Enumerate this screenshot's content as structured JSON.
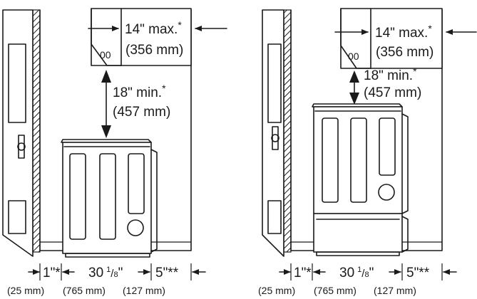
{
  "diagrams": {
    "left": {
      "top_clearance": "14\" max.",
      "top_clearance_star": "*",
      "top_clearance_mm": "(356 mm)",
      "overhead_clearance": "18\" min.",
      "overhead_clearance_star": "*",
      "overhead_clearance_mm": "(457 mm)",
      "cabinet_mark": "00"
    },
    "right": {
      "top_clearance": "14\" max.",
      "top_clearance_star": "*",
      "top_clearance_mm": "(356 mm)",
      "overhead_clearance": "18\" min.",
      "overhead_clearance_star": "*",
      "overhead_clearance_mm": "(457 mm)",
      "cabinet_mark": "00"
    }
  },
  "bottom_dims": {
    "side_gap": "1\"*",
    "side_gap_mm": "(25 mm)",
    "width_whole": "30",
    "width_frac_num": "1",
    "width_frac_den": "8",
    "width_unit": "\"",
    "width_mm": "(765 mm)",
    "rear_gap": "5\"**",
    "rear_gap_mm": "(127 mm)"
  }
}
